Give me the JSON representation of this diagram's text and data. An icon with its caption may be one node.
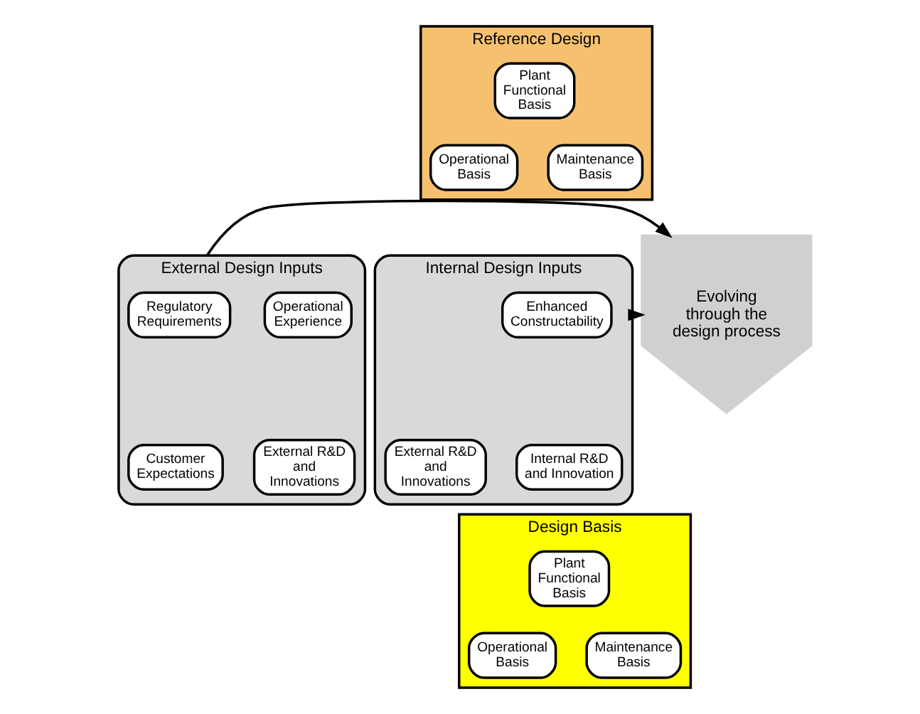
{
  "diagram": {
    "nodes": [
      {
        "text": [
          "Reference Design"
        ]
      },
      {
        "text": [
          "Plant Functional Basis"
        ],
        "in": 0
      },
      {
        "text": [
          "Operational Basis"
        ],
        "in": 0
      },
      {
        "text": [
          "Maintenance Basis"
        ],
        "in": 0
      },
      {
        "text": [
          "External Design Inputs"
        ]
      },
      {
        "text": [
          "Operational Experience"
        ],
        "in": 4
      },
      {
        "text": [
          "Regulatory Requirements"
        ],
        "in": 4
      },
      {
        "text": [
          "External R&D and Innovations"
        ],
        "in": 4
      },
      {
        "text": [
          "Customer Expectations"
        ],
        "in": 4
      },
      {
        "text": [
          "Evolving through the design process"
        ]
      },
      {
        "text": [
          "Internal Design Inputs"
        ]
      },
      {
        "text": [
          "Enhanced Constructability"
        ],
        "in": 10
      },
      {
        "text": [
          "External R&D and Innovations"
        ],
        "in": 10
      },
      {
        "text": [
          "Internal R&D and Innovation"
        ],
        "in": 10
      },
      {
        "text": [
          "Design Basis"
        ]
      },
      {
        "text": [
          "Plant Functional Basis"
        ],
        "in": 14
      },
      {
        "text": [
          "Operational Basis"
        ],
        "in": 14
      },
      {
        "text": [
          "Maintenance Basis"
        ],
        "in": 14
      }
    ],
    "edges": [
      {
        "from": 4,
        "to": 9,
        "arrow": "to"
      },
      {
        "from": 10,
        "to": 9,
        "arrow": "to"
      }
    ]
  }
}
